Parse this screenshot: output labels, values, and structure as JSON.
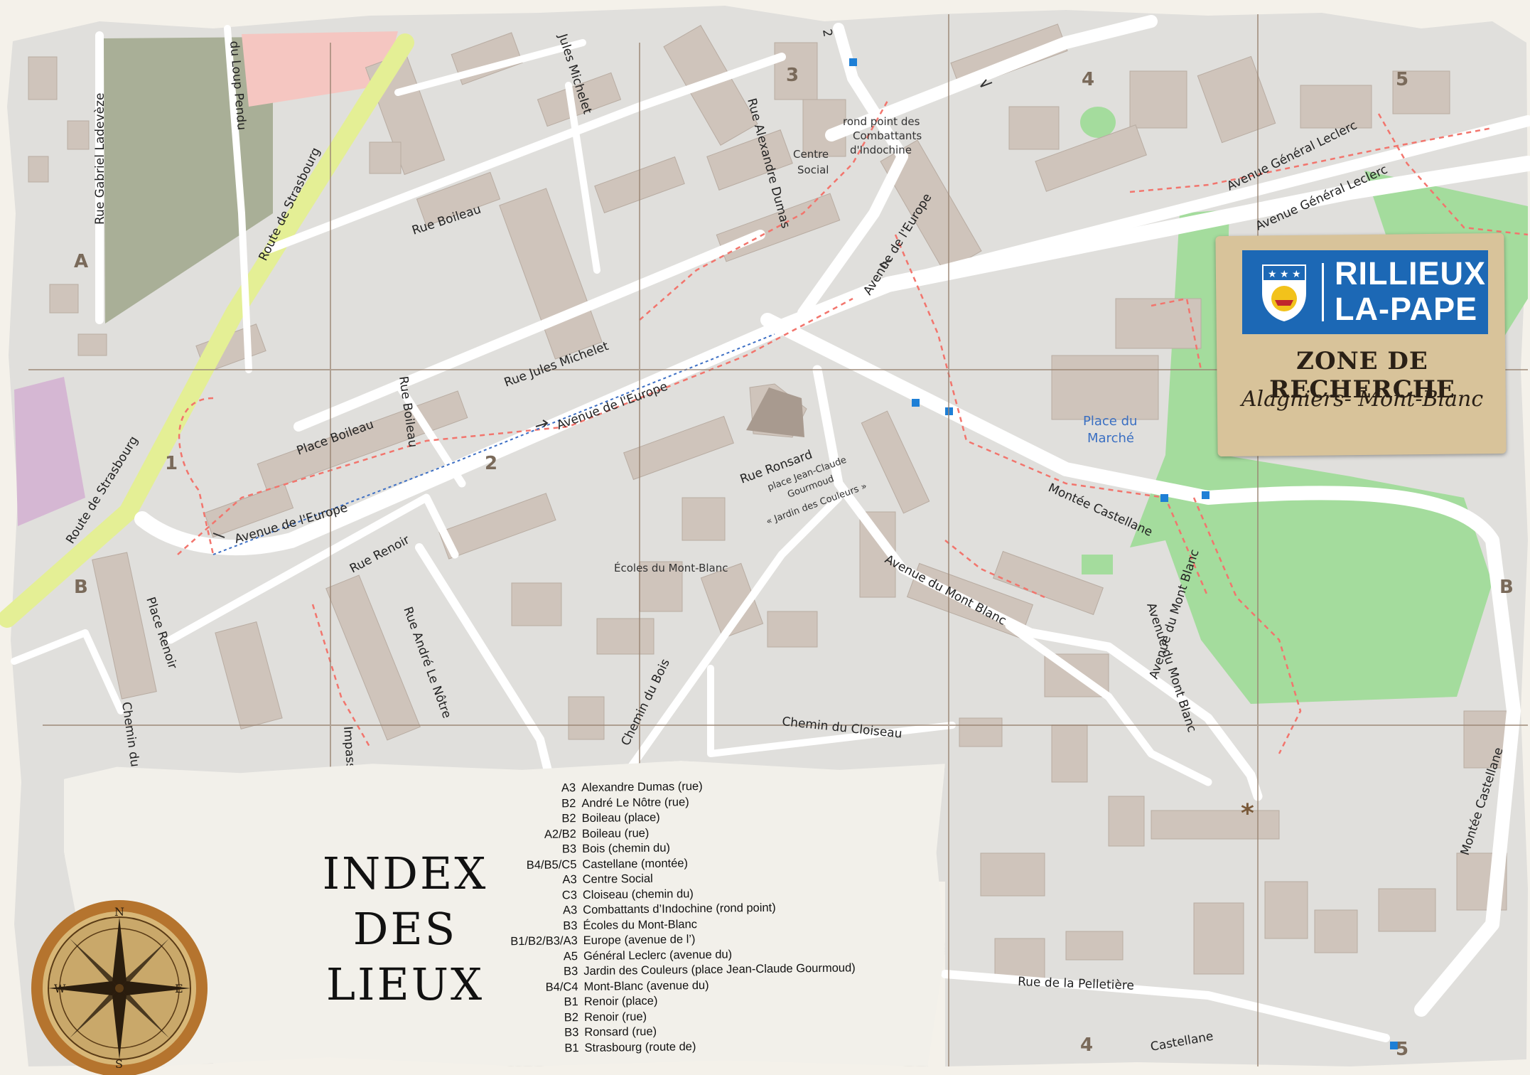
{
  "logo": {
    "city_line1": "RILLIEUX",
    "city_line2": "LA-PAPE",
    "zone_label": "ZONE DE RECHERCHE",
    "zone_subtitle": "Alagniers- Mont-Blanc"
  },
  "index": {
    "title_line1": "INDEX",
    "title_line2": "DES",
    "title_line3": "LIEUX",
    "entries": [
      {
        "code": "A3",
        "place": "Alexandre Dumas (rue)"
      },
      {
        "code": "B2",
        "place": "André Le Nôtre (rue)"
      },
      {
        "code": "B2",
        "place": "Boileau (place)"
      },
      {
        "code": "A2/B2",
        "place": "Boileau (rue)"
      },
      {
        "code": "B3",
        "place": "Bois (chemin du)"
      },
      {
        "code": "B4/B5/C5",
        "place": "Castellane (montée)"
      },
      {
        "code": "A3",
        "place": "Centre Social"
      },
      {
        "code": "C3",
        "place": "Cloiseau (chemin du)"
      },
      {
        "code": "A3",
        "place": "Combattants d’Indochine (rond point)"
      },
      {
        "code": "B3",
        "place": "Écoles du Mont-Blanc"
      },
      {
        "code": "B1/B2/B3/A3",
        "place": "Europe (avenue de l’)"
      },
      {
        "code": "A5",
        "place": "Général Leclerc (avenue du)"
      },
      {
        "code": "B3",
        "place": "Jardin des Couleurs (place Jean-Claude Gourmoud)"
      },
      {
        "code": "B4/C4",
        "place": "Mont-Blanc (avenue du)"
      },
      {
        "code": "B1",
        "place": "Renoir (place)"
      },
      {
        "code": "B2",
        "place": "Renoir (rue)"
      },
      {
        "code": "B3",
        "place": "Ronsard (rue)"
      },
      {
        "code": "B1",
        "place": "Strasbourg (route de)"
      }
    ]
  },
  "map": {
    "grid_labels": {
      "col_3": "3",
      "col_4": "4",
      "col_5": "5",
      "col_1": "1",
      "col_2": "2",
      "row_a": "A",
      "row_b_left": "B",
      "row_b_right": "B",
      "bottom_4": "4",
      "bottom_5": "5"
    },
    "streets": {
      "gabriel_ladeveze": "Rue Gabriel Ladevèze",
      "loup_pendu": "du Loup Pendu",
      "jules_michelet_top": "Jules Michelet",
      "route_strasbourg_top": "Route de Strasbourg",
      "route_strasbourg_bottom": "Route de Strasbourg",
      "rue_boileau_top": "Rue Boileau",
      "rue_boileau_vertical": "Rue Boileau",
      "rue_jules_michelet": "Rue Jules Michelet",
      "alexandre_dumas": "Rue Alexandre Dumas",
      "place_boileau": "Place Boileau",
      "avenue_europe_main": "Avenue de l'Europe",
      "avenue_europe_left": "Avenue de l'Europe",
      "avenue_europe_curve": "Avenue de l'Europe",
      "general_leclerc_1": "Avenue Général Leclerc",
      "general_leclerc_2": "Avenue Général Leclerc",
      "rue_ronsard": "Rue Ronsard",
      "rue_renoir": "Rue Renoir",
      "place_renoir": "Place Renoir",
      "andre_le_notre": "Rue André Le Nôtre",
      "montee_castellane": "Montée Castellane",
      "montee_castellane_right": "Montée Castellane",
      "castellane_bottom": "Castellane",
      "avenue_mont_blanc": "Avenue du Mont Blanc",
      "avenue_mont_blanc_v1": "Avenue du Mont Blanc",
      "avenue_mont_blanc_v2": "Avenue du Mont Blanc",
      "chemin_du_bois": "Chemin du Bois",
      "chemin_du_cloiseau": "Chemin du Cloiseau",
      "rue_pelletiere": "Rue de la Pelletière",
      "chemin_du_l": "Chemin du L",
      "impasse": "Impass",
      "top_fragment": "2"
    },
    "pois": {
      "rond_point_1": "rond point des",
      "rond_point_2": "Combattants",
      "rond_point_3": "d'Indochine",
      "centre_social_1": "Centre",
      "centre_social_2": "Social",
      "place_marche_1": "Place du",
      "place_marche_2": "Marché",
      "jardin_1": "place Jean-Claude",
      "jardin_2": "Gourmoud",
      "jardin_3": "« Jardin des Couleurs »",
      "ecoles": "Écoles du Mont-Blanc"
    },
    "colors": {
      "road": "#ffffff",
      "ground": "#e0dfdc",
      "building": "#cfc4bb",
      "park": "#a4dc9d",
      "field": "#a9af97",
      "strasbourg": "#e4ef95",
      "footpath": "#f2756d",
      "grid_line": "#9a8472",
      "bus_stop": "#1e7fd6",
      "logo_blue": "#1c68b5"
    }
  },
  "compass": {
    "n": "N",
    "e": "E",
    "s": "S",
    "w": "W"
  }
}
